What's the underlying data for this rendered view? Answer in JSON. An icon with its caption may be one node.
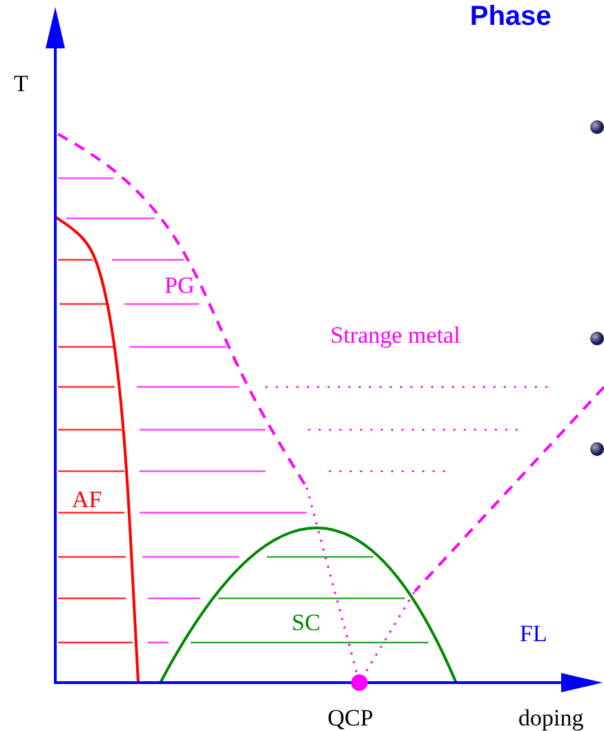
{
  "diagram": {
    "title": "Phase",
    "labels": [
      "T",
      "PG",
      "Strange metal",
      "AF",
      "SC",
      "FL",
      "QCP",
      "doping"
    ]
  }
}
